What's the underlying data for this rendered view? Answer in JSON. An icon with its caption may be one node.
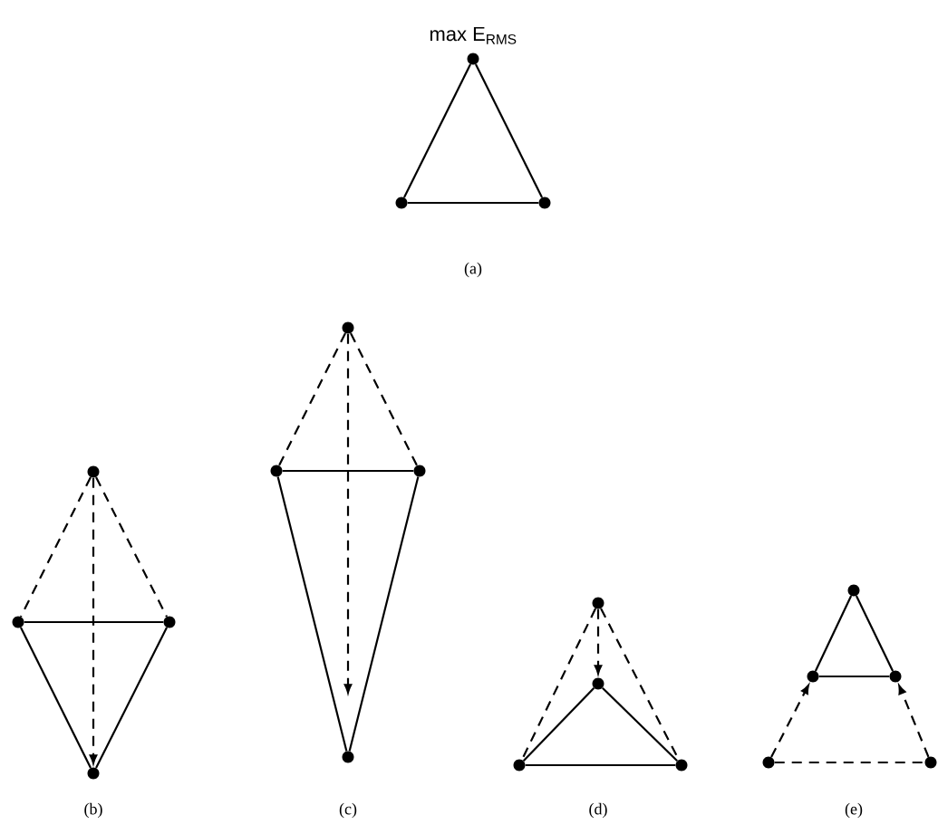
{
  "diagram": {
    "nodes": [
      {
        "text": [],
        "shape": "circle",
        "beside": [
          "max E$_{RMS}$"
        ]
      },
      {
        "text": [],
        "shape": "circle"
      },
      {
        "text": [],
        "shape": "circle"
      },
      {
        "text": [],
        "shape": "circle"
      },
      {
        "text": [],
        "shape": "circle"
      },
      {
        "text": [],
        "shape": "circle"
      },
      {
        "text": [],
        "shape": "circle"
      },
      {
        "text": [],
        "shape": "circle"
      },
      {
        "text": [],
        "shape": "circle"
      },
      {
        "text": [],
        "shape": "circle"
      },
      {
        "text": [],
        "shape": "circle"
      },
      {
        "text": [],
        "shape": "circle"
      },
      {
        "text": [],
        "shape": "circle"
      },
      {
        "text": [],
        "shape": "circle"
      },
      {
        "text": [],
        "shape": "circle"
      },
      {
        "text": [],
        "shape": "circle"
      },
      {
        "text": [],
        "shape": "circle"
      },
      {
        "text": [],
        "shape": "circle"
      },
      {
        "text": [],
        "shape": "circle"
      },
      {
        "text": [],
        "shape": "circle"
      }
    ],
    "edges": [
      {
        "from": 0,
        "to": 1,
        "arrow": "none"
      },
      {
        "from": 0,
        "to": 2,
        "arrow": "none"
      },
      {
        "from": 1,
        "to": 2,
        "arrow": "none"
      },
      {
        "from": 3,
        "to": 4,
        "arrow": "none",
        "style": "dashed"
      },
      {
        "from": 3,
        "to": 5,
        "arrow": "none",
        "style": "dashed"
      },
      {
        "from": 4,
        "to": 5,
        "arrow": "none"
      },
      {
        "from": 4,
        "to": 6,
        "arrow": "none"
      },
      {
        "from": 5,
        "to": 6,
        "arrow": "none"
      },
      {
        "from": 3,
        "to": 6,
        "arrow": "to",
        "style": "dashed"
      },
      {
        "from": 7,
        "to": 8,
        "arrow": "none",
        "style": "dashed"
      },
      {
        "from": 7,
        "to": 9,
        "arrow": "none",
        "style": "dashed"
      },
      {
        "from": 8,
        "to": 9,
        "arrow": "none"
      },
      {
        "from": 8,
        "to": 10,
        "arrow": "none"
      },
      {
        "from": 9,
        "to": 10,
        "arrow": "none"
      },
      {
        "from": 7,
        "to": 10,
        "arrow": "to",
        "style": "dashed"
      },
      {
        "from": 11,
        "to": 13,
        "arrow": "none",
        "style": "dashed"
      },
      {
        "from": 11,
        "to": 14,
        "arrow": "none",
        "style": "dashed"
      },
      {
        "from": 11,
        "to": 12,
        "arrow": "to",
        "style": "dashed"
      },
      {
        "from": 12,
        "to": 13,
        "arrow": "none"
      },
      {
        "from": 12,
        "to": 14,
        "arrow": "none"
      },
      {
        "from": 13,
        "to": 14,
        "arrow": "none"
      },
      {
        "from": 15,
        "to": 16,
        "arrow": "none"
      },
      {
        "from": 15,
        "to": 17,
        "arrow": "none"
      },
      {
        "from": 16,
        "to": 17,
        "arrow": "none"
      },
      {
        "from": 18,
        "to": 19,
        "arrow": "none",
        "style": "dashed"
      },
      {
        "from": 18,
        "to": 16,
        "arrow": "to",
        "style": "dashed"
      },
      {
        "from": 19,
        "to": 17,
        "arrow": "to",
        "style": "dashed"
      }
    ],
    "labels": [
      "(a)",
      "(b)",
      "(c)",
      "(d)",
      "(e)"
    ]
  }
}
